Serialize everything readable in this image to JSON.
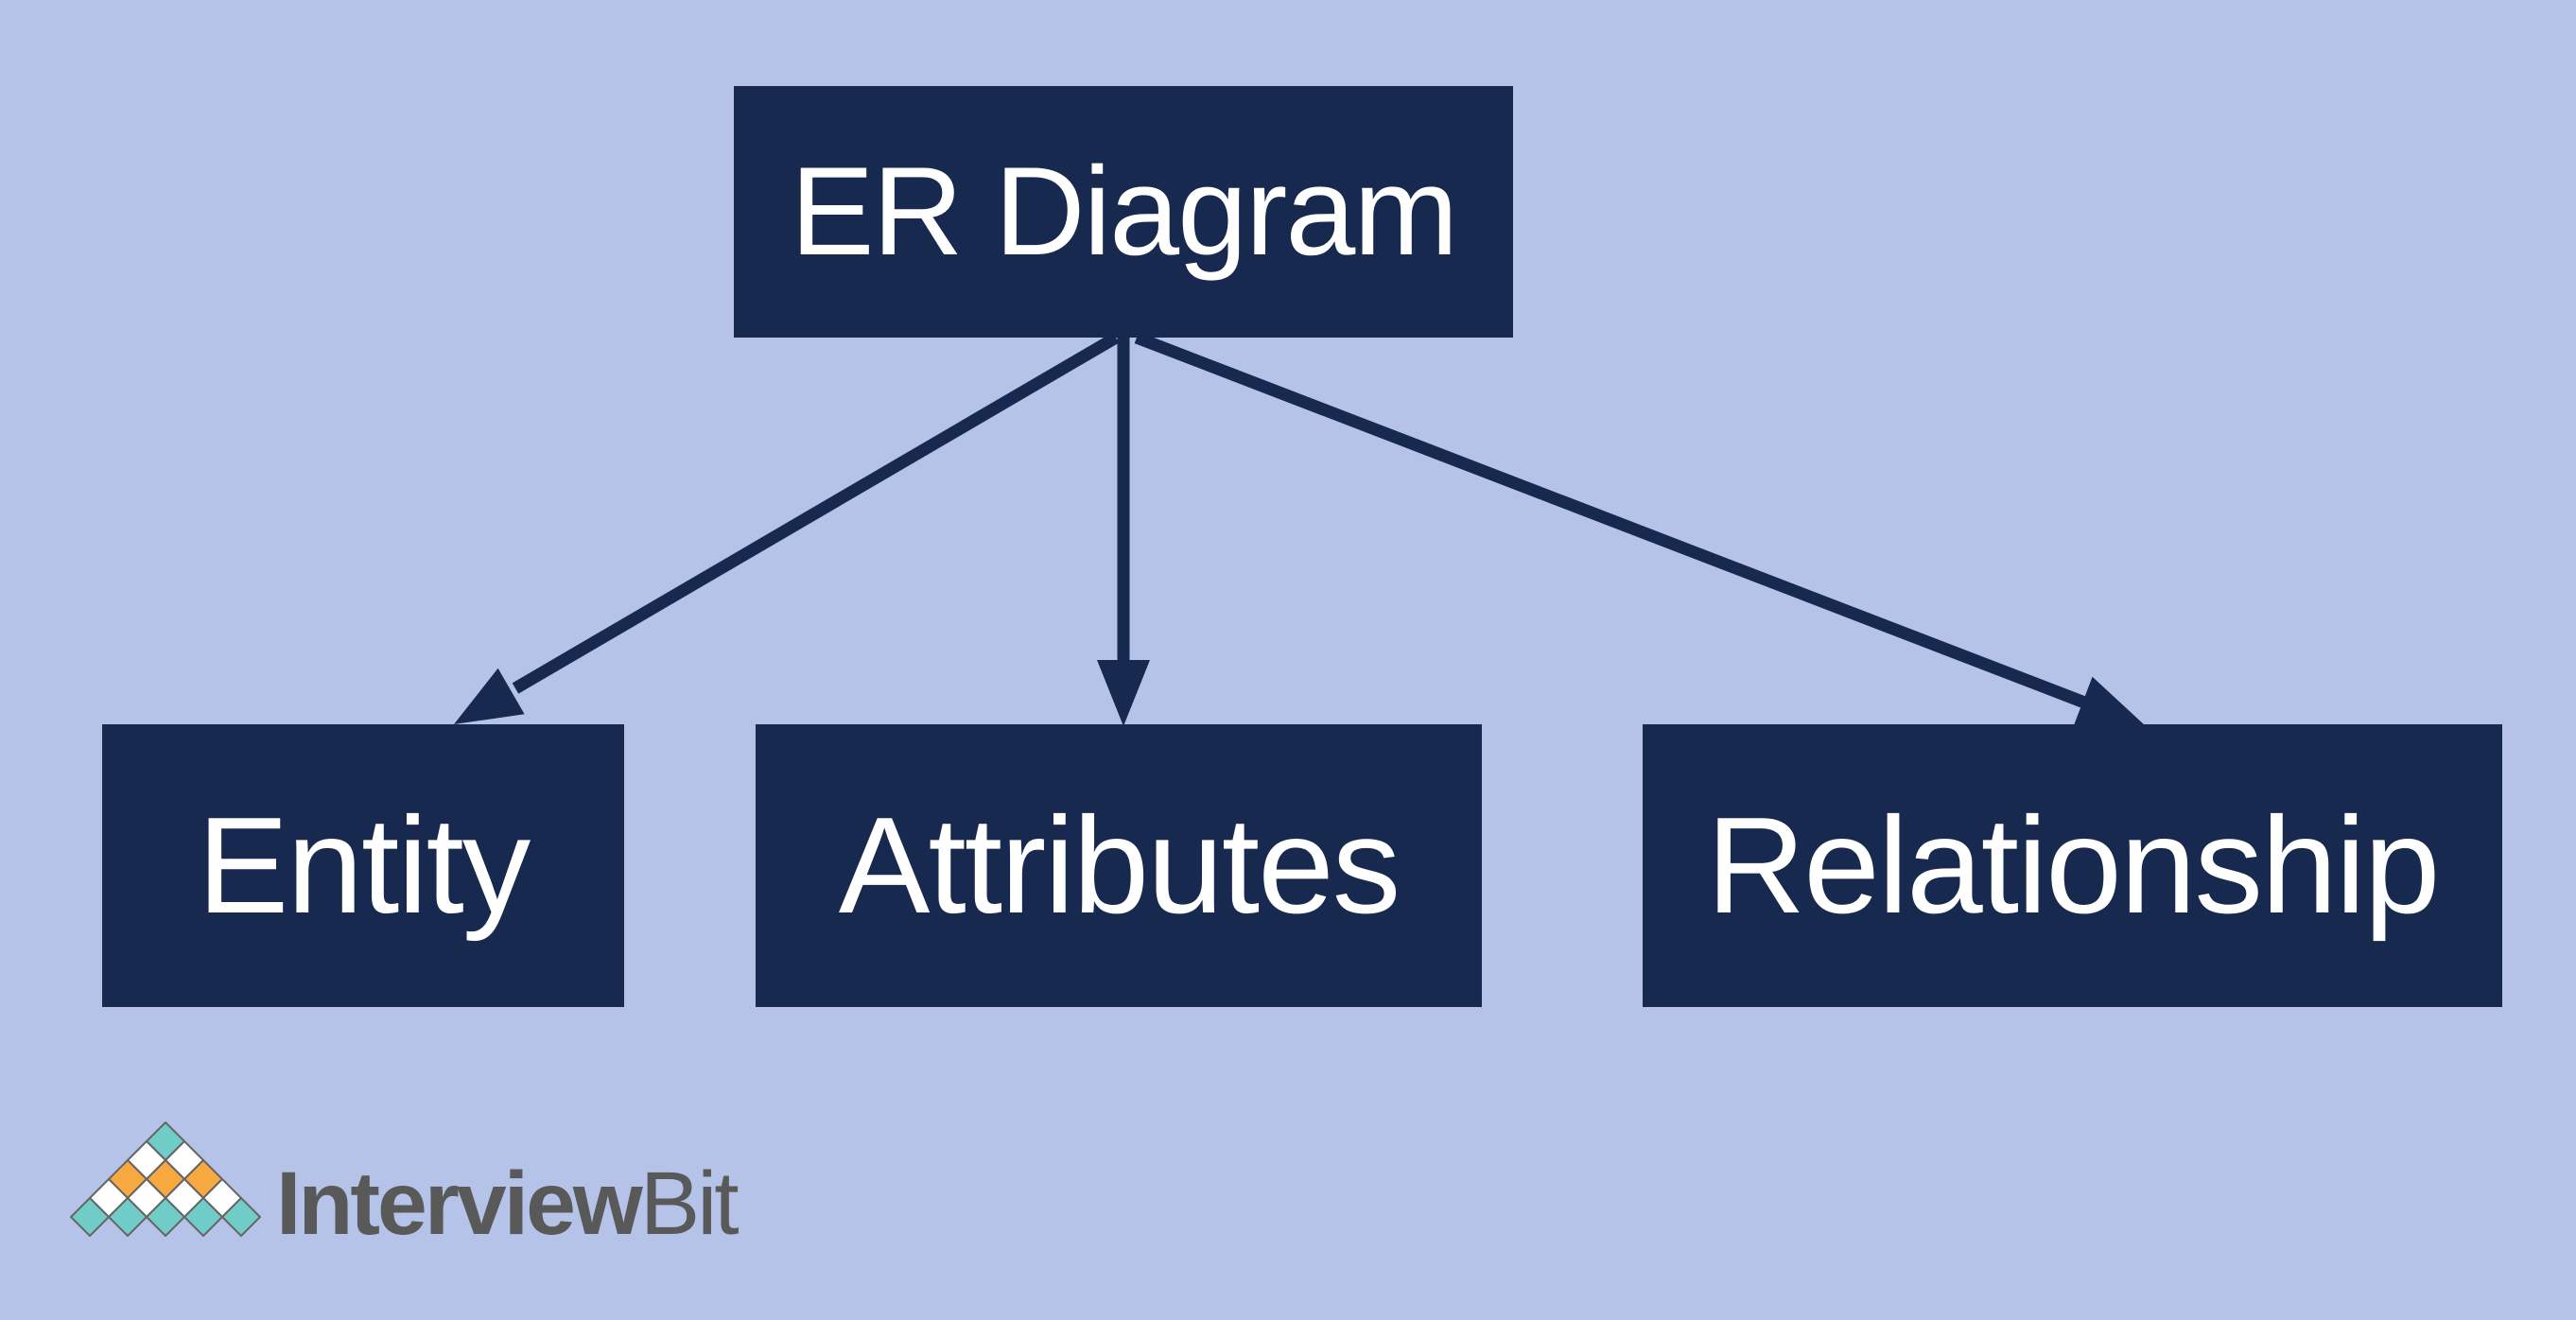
{
  "colors": {
    "background": "#b6c3e8",
    "node_fill": "#17294e",
    "node_text": "#ffffff",
    "arrow": "#17294e",
    "logo_teal": "#6fccc7",
    "logo_orange": "#f7a940",
    "logo_white": "#ffffff",
    "logo_outline": "#666666",
    "logo_text": "#595959"
  },
  "diagram": {
    "root": {
      "label": "ER Diagram"
    },
    "children": [
      {
        "label": "Entity"
      },
      {
        "label": "Attributes"
      },
      {
        "label": "Relationship"
      }
    ]
  },
  "logo": {
    "brand_bold": "Interview",
    "brand_light": "Bit",
    "pyramid_rows": [
      [
        "teal"
      ],
      [
        "white",
        "white"
      ],
      [
        "orange",
        "orange",
        "orange"
      ],
      [
        "white",
        "white",
        "white",
        "white"
      ],
      [
        "teal",
        "teal",
        "teal",
        "teal",
        "teal"
      ]
    ]
  }
}
